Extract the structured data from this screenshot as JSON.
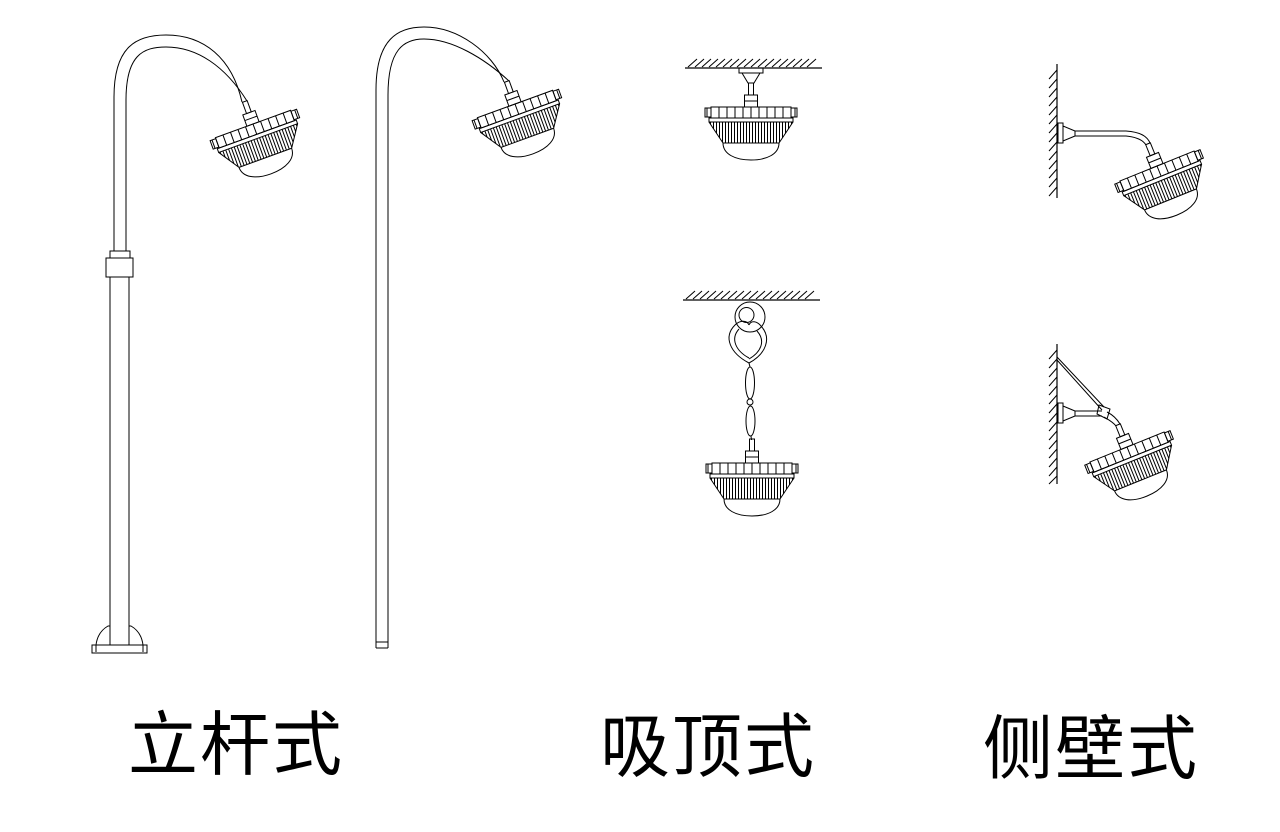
{
  "drawing": {
    "background": "#ffffff",
    "ink": "#000000"
  },
  "captions": {
    "pole_mounted": "立杆式",
    "ceiling_mounted": "吸顶式",
    "wall_mounted": "侧壁式"
  },
  "figures": [
    {
      "name": "pole-lamp-with-flange-base"
    },
    {
      "name": "pole-lamp-plain"
    },
    {
      "name": "ceiling-stem-lamp"
    },
    {
      "name": "ceiling-chain-pendant-lamp"
    },
    {
      "name": "wall-arm-lamp"
    },
    {
      "name": "wall-braced-arm-lamp"
    }
  ]
}
